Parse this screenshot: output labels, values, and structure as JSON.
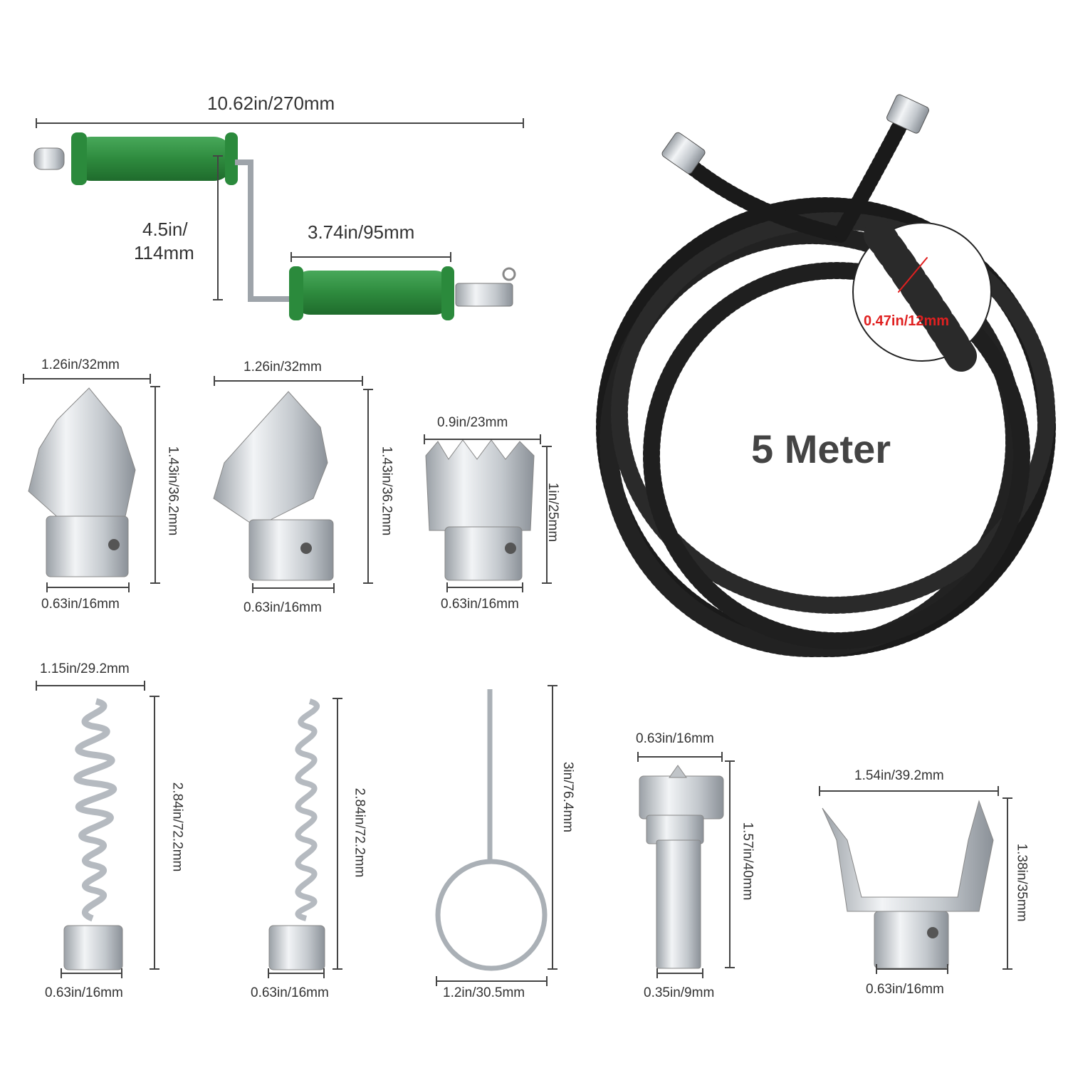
{
  "colors": {
    "handle_green": "#2e8b3e",
    "steel": "#c8ccd0",
    "cable_black": "#1a1a1a",
    "accent_red": "#e02020",
    "text_gray": "#333333"
  },
  "handle": {
    "overall": "10.62in/270mm",
    "height_line1": "4.5in/",
    "height_line2": "114mm",
    "grip": "3.74in/95mm"
  },
  "cable": {
    "length_label": "5 Meter",
    "coil_diameter": "0.47in/12mm"
  },
  "heads": [
    {
      "id": "arrow-head-1",
      "width": "1.26in/32mm",
      "height": "1.43in/36.2mm",
      "base": "0.63in/16mm"
    },
    {
      "id": "arrow-head-2",
      "width": "1.26in/32mm",
      "height": "1.43in/36.2mm",
      "base": "0.63in/16mm"
    },
    {
      "id": "crown-cutter",
      "width": "0.9in/23mm",
      "height": "1in/25mm",
      "base": "0.63in/16mm"
    },
    {
      "id": "bulb-auger",
      "width": "1.15in/29.2mm",
      "height": "2.84in/72.2mm",
      "base": "0.63in/16mm"
    },
    {
      "id": "straight-auger",
      "height": "2.84in/72.2mm",
      "base": "0.63in/16mm"
    },
    {
      "id": "ring-key",
      "height": "3in/76.4mm",
      "base": "1.2in/30.5mm"
    },
    {
      "id": "connector",
      "width": "0.63in/16mm",
      "height": "1.57in/40mm",
      "base": "0.35in/9mm"
    },
    {
      "id": "u-blade",
      "width": "1.54in/39.2mm",
      "height": "1.38in/35mm",
      "base": "0.63in/16mm"
    }
  ]
}
